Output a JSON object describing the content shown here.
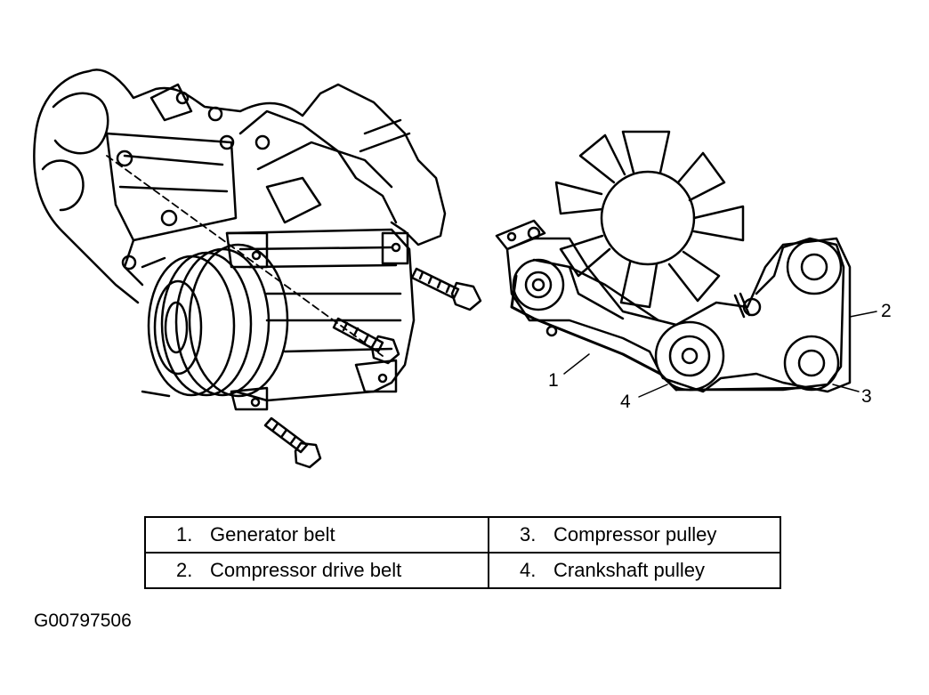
{
  "callouts": {
    "c1": "1",
    "c2": "2",
    "c3": "3",
    "c4": "4"
  },
  "legend": {
    "rows": [
      [
        {
          "num": "1.",
          "label": "Generator belt"
        },
        {
          "num": "3.",
          "label": "Compressor pulley"
        }
      ],
      [
        {
          "num": "2.",
          "label": "Compressor drive belt"
        },
        {
          "num": "4.",
          "label": "Crankshaft pulley"
        }
      ]
    ]
  },
  "figure_id": "G00797506"
}
